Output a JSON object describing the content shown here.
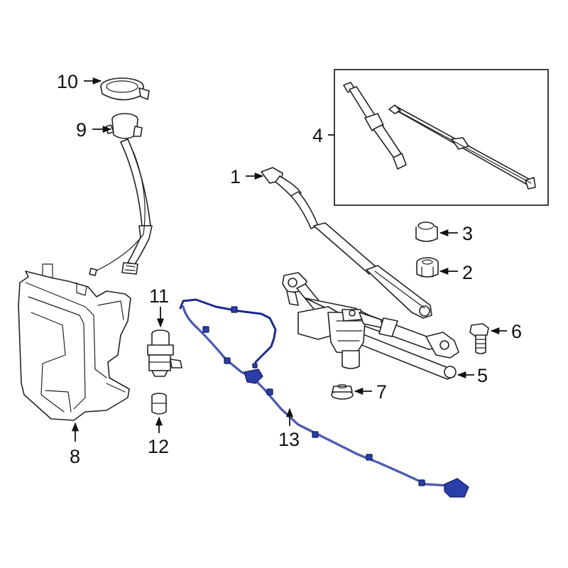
{
  "callouts": {
    "c1": "1",
    "c2": "2",
    "c3": "3",
    "c4": "4",
    "c5": "5",
    "c6": "6",
    "c7": "7",
    "c8": "8",
    "c9": "9",
    "c10": "10",
    "c11": "11",
    "c12": "12",
    "c13": "13"
  },
  "colors": {
    "highlighted_part": "#1c2a8a",
    "line_art": "#222222",
    "background": "#ffffff"
  }
}
